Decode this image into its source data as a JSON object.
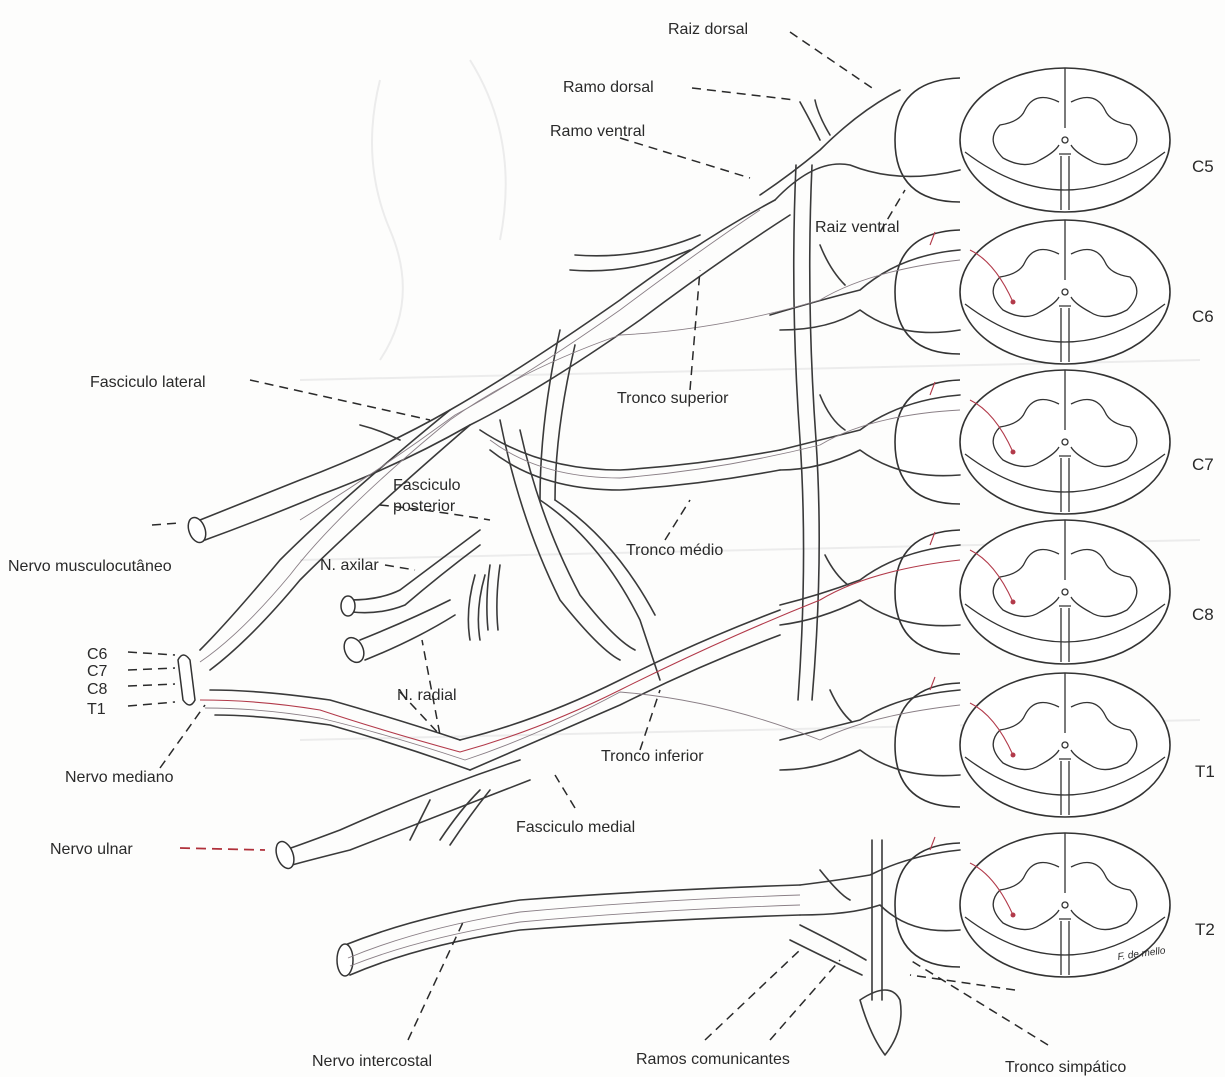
{
  "labels": {
    "raiz_dorsal": "Raiz dorsal",
    "ramo_dorsal": "Ramo dorsal",
    "ramo_ventral": "Ramo ventral",
    "raiz_ventral": "Raiz ventral",
    "fasciculo_lateral": "Fasciculo lateral",
    "tronco_superior": "Tronco superior",
    "fasciculo_posterior_1": "Fasciculo",
    "fasciculo_posterior_2": "posterior",
    "n_axilar": "N. axilar",
    "tronco_medio": "Tronco médio",
    "nervo_musculocutaneo": "Nervo musculocutâneo",
    "n_radial": "N. radial",
    "tronco_inferior": "Tronco inferior",
    "nervo_mediano": "Nervo mediano",
    "fasciculo_medial": "Fasciculo medial",
    "nervo_ulnar": "Nervo ulnar",
    "nervo_intercostal": "Nervo intercostal",
    "ramos_comunicantes": "Ramos comunicantes",
    "tronco_simpatico": "Tronco simpático",
    "signature": "F. de mello"
  },
  "segments": [
    "C5",
    "C6",
    "C7",
    "C8",
    "T1",
    "T2"
  ],
  "median_roots": [
    "C6",
    "C7",
    "C8",
    "T1"
  ],
  "colors": {
    "outline": "#3a3a3a",
    "fiber": "#8a7f86",
    "fiber_accent": "#b23a4a",
    "background": "#fdfdfc"
  }
}
